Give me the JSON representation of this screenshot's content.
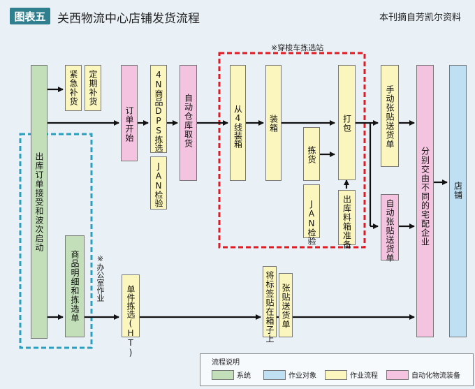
{
  "header": {
    "badge": "图表五",
    "title": "关西物流中心店铺发货流程",
    "source": "本刊摘自芳凯尔资料"
  },
  "notes": {
    "shuttle": "※穿梭车拣选站",
    "office": "※办公室作业"
  },
  "boxes": {
    "order_receive": "出库订单接受和波次启动",
    "urgent_replenish": "紧急补货",
    "regular_replenish": "定期补货",
    "order_start": "订单开始",
    "four_n_picking": "4N商品DPS拣选",
    "jan_check_1": "JAN检验",
    "auto_warehouse": "自动仓库取货",
    "four_line_boxing": "从4线装箱",
    "boxing": "装箱",
    "picking": "拣货",
    "jan_check_2": "JAN检验",
    "packing": "打包",
    "box_prep": "出库料箱准备",
    "manual_label": "手动张贴送货单",
    "auto_label": "自动张贴送货单",
    "distribute_courier": "分别交由不同的宅配企业",
    "store": "店铺",
    "product_detail": "商品明细和拣选单",
    "single_picking": "单件拣选(HT)",
    "tag_box": "将标签贴在箱子上",
    "post_slip": "张贴送货单"
  },
  "legend": {
    "title": "流程说明",
    "items": [
      {
        "label": "系统",
        "color": "#c3dfba"
      },
      {
        "label": "作业对象",
        "color": "#bfdff2"
      },
      {
        "label": "作业流程",
        "color": "#fbf6bd"
      },
      {
        "label": "自动化物流装备",
        "color": "#f4c3df"
      }
    ]
  },
  "colors": {
    "system": "#c3dfba",
    "target": "#bfdff2",
    "process": "#fbf6bd",
    "automation": "#f4c3df",
    "shuttle_border": "#e01b24",
    "office_border": "#2a9fc0"
  }
}
